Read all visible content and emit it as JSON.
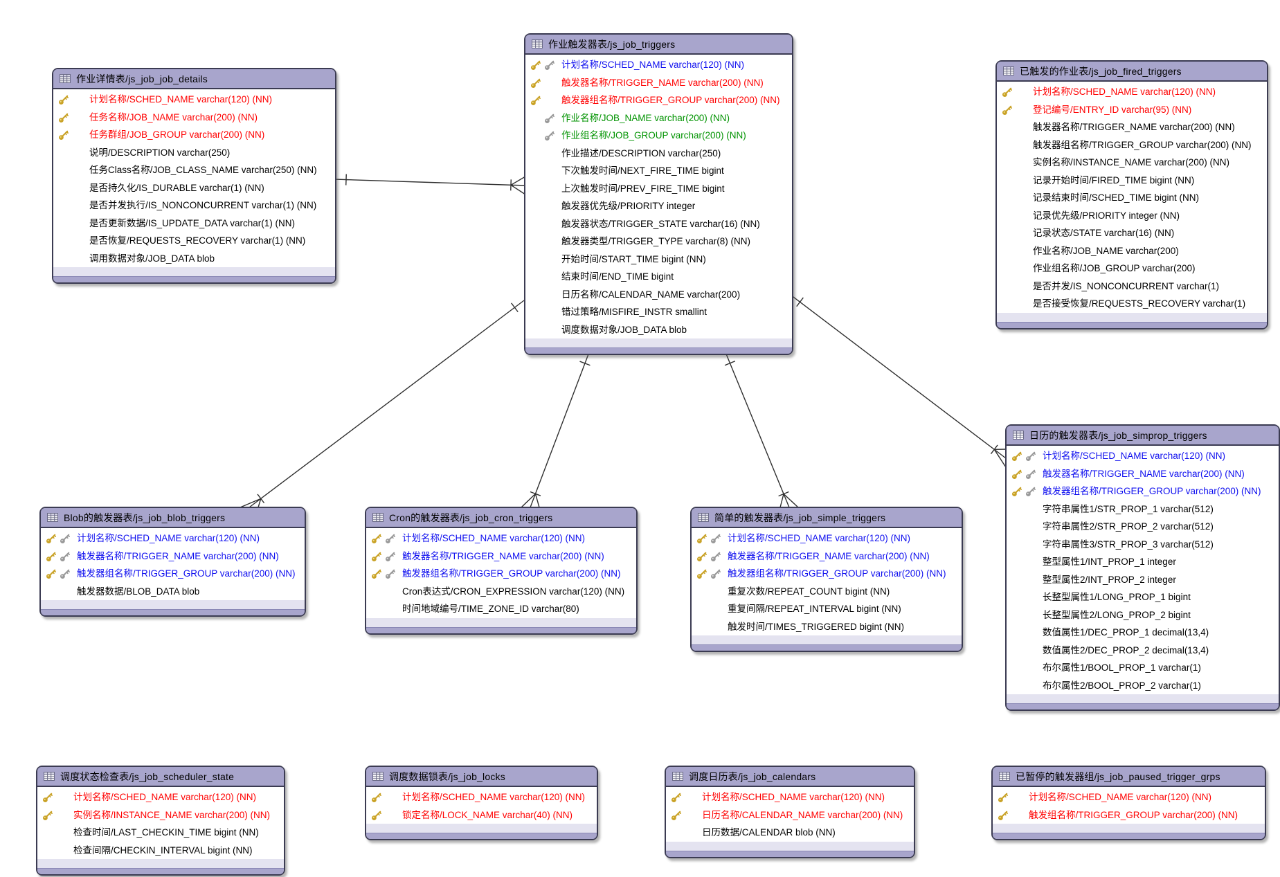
{
  "colors": {
    "header_fill": "#A8A5CC",
    "footer_strip": "#E4E3F0",
    "bottom_band": "#A8A5CC",
    "table_border": "#3B3B52",
    "line": "#2F2F2F",
    "field_red": "#FF0000",
    "field_blue": "#0F0FEF",
    "field_green": "#009300",
    "field_black": "#000000",
    "key_gold": "#C9A227",
    "key_gray": "#999999"
  },
  "tables": [
    {
      "name": "js_job_job_details",
      "title": "作业详情表/js_job_job_details",
      "fields": [
        {
          "key": "gold",
          "color": "red",
          "text": "计划名称/SCHED_NAME varchar(120) (NN)"
        },
        {
          "key": "gold",
          "color": "red",
          "text": "任务名称/JOB_NAME varchar(200) (NN)"
        },
        {
          "key": "gold",
          "color": "red",
          "text": "任务群组/JOB_GROUP varchar(200) (NN)"
        },
        {
          "key": "none",
          "color": "black",
          "text": "说明/DESCRIPTION varchar(250)"
        },
        {
          "key": "none",
          "color": "black",
          "text": "任务Class名称/JOB_CLASS_NAME varchar(250) (NN)"
        },
        {
          "key": "none",
          "color": "black",
          "text": "是否持久化/IS_DURABLE varchar(1) (NN)"
        },
        {
          "key": "none",
          "color": "black",
          "text": "是否并发执行/IS_NONCONCURRENT varchar(1) (NN)"
        },
        {
          "key": "none",
          "color": "black",
          "text": "是否更新数据/IS_UPDATE_DATA varchar(1) (NN)"
        },
        {
          "key": "none",
          "color": "black",
          "text": "是否恢复/REQUESTS_RECOVERY varchar(1) (NN)"
        },
        {
          "key": "none",
          "color": "black",
          "text": "调用数据对象/JOB_DATA blob"
        }
      ]
    },
    {
      "name": "js_job_triggers",
      "title": "作业触发器表/js_job_triggers",
      "fields": [
        {
          "key": "gold+gray",
          "color": "blue",
          "text": "计划名称/SCHED_NAME varchar(120) (NN)"
        },
        {
          "key": "gold",
          "color": "red",
          "text": "触发器名称/TRIGGER_NAME varchar(200) (NN)"
        },
        {
          "key": "gold",
          "color": "red",
          "text": "触发器组名称/TRIGGER_GROUP varchar(200) (NN)"
        },
        {
          "key": "gray",
          "color": "green",
          "text": "作业名称/JOB_NAME varchar(200) (NN)"
        },
        {
          "key": "gray",
          "color": "green",
          "text": "作业组名称/JOB_GROUP varchar(200) (NN)"
        },
        {
          "key": "none",
          "color": "black",
          "text": "作业描述/DESCRIPTION varchar(250)"
        },
        {
          "key": "none",
          "color": "black",
          "text": "下次触发时间/NEXT_FIRE_TIME bigint"
        },
        {
          "key": "none",
          "color": "black",
          "text": "上次触发时间/PREV_FIRE_TIME bigint"
        },
        {
          "key": "none",
          "color": "black",
          "text": "触发器优先级/PRIORITY integer"
        },
        {
          "key": "none",
          "color": "black",
          "text": "触发器状态/TRIGGER_STATE varchar(16) (NN)"
        },
        {
          "key": "none",
          "color": "black",
          "text": "触发器类型/TRIGGER_TYPE varchar(8) (NN)"
        },
        {
          "key": "none",
          "color": "black",
          "text": "开始时间/START_TIME bigint (NN)"
        },
        {
          "key": "none",
          "color": "black",
          "text": "结束时间/END_TIME bigint"
        },
        {
          "key": "none",
          "color": "black",
          "text": "日历名称/CALENDAR_NAME varchar(200)"
        },
        {
          "key": "none",
          "color": "black",
          "text": "错过策略/MISFIRE_INSTR smallint"
        },
        {
          "key": "none",
          "color": "black",
          "text": "调度数据对象/JOB_DATA blob"
        }
      ]
    },
    {
      "name": "js_job_fired_triggers",
      "title": "已触发的作业表/js_job_fired_triggers",
      "fields": [
        {
          "key": "gold",
          "color": "red",
          "text": "计划名称/SCHED_NAME varchar(120) (NN)"
        },
        {
          "key": "gold",
          "color": "red",
          "text": "登记编号/ENTRY_ID varchar(95) (NN)"
        },
        {
          "key": "none",
          "color": "black",
          "text": "触发器名称/TRIGGER_NAME varchar(200) (NN)"
        },
        {
          "key": "none",
          "color": "black",
          "text": "触发器组名称/TRIGGER_GROUP varchar(200) (NN)"
        },
        {
          "key": "none",
          "color": "black",
          "text": "实例名称/INSTANCE_NAME varchar(200) (NN)"
        },
        {
          "key": "none",
          "color": "black",
          "text": "记录开始时间/FIRED_TIME bigint (NN)"
        },
        {
          "key": "none",
          "color": "black",
          "text": "记录结束时间/SCHED_TIME bigint (NN)"
        },
        {
          "key": "none",
          "color": "black",
          "text": "记录优先级/PRIORITY integer (NN)"
        },
        {
          "key": "none",
          "color": "black",
          "text": "记录状态/STATE varchar(16) (NN)"
        },
        {
          "key": "none",
          "color": "black",
          "text": "作业名称/JOB_NAME varchar(200)"
        },
        {
          "key": "none",
          "color": "black",
          "text": "作业组名称/JOB_GROUP varchar(200)"
        },
        {
          "key": "none",
          "color": "black",
          "text": "是否并发/IS_NONCONCURRENT varchar(1)"
        },
        {
          "key": "none",
          "color": "black",
          "text": "是否接受恢复/REQUESTS_RECOVERY varchar(1)"
        }
      ]
    },
    {
      "name": "js_job_simprop_triggers",
      "title": "日历的触发器表/js_job_simprop_triggers",
      "fields": [
        {
          "key": "gold+gray",
          "color": "blue",
          "text": "计划名称/SCHED_NAME varchar(120) (NN)"
        },
        {
          "key": "gold+gray",
          "color": "blue",
          "text": "触发器名称/TRIGGER_NAME varchar(200) (NN)"
        },
        {
          "key": "gold+gray",
          "color": "blue",
          "text": "触发器组名称/TRIGGER_GROUP varchar(200) (NN)"
        },
        {
          "key": "none",
          "color": "black",
          "text": "字符串属性1/STR_PROP_1 varchar(512)"
        },
        {
          "key": "none",
          "color": "black",
          "text": "字符串属性2/STR_PROP_2 varchar(512)"
        },
        {
          "key": "none",
          "color": "black",
          "text": "字符串属性3/STR_PROP_3 varchar(512)"
        },
        {
          "key": "none",
          "color": "black",
          "text": "整型属性1/INT_PROP_1 integer"
        },
        {
          "key": "none",
          "color": "black",
          "text": "整型属性2/INT_PROP_2 integer"
        },
        {
          "key": "none",
          "color": "black",
          "text": "长整型属性1/LONG_PROP_1 bigint"
        },
        {
          "key": "none",
          "color": "black",
          "text": "长整型属性2/LONG_PROP_2 bigint"
        },
        {
          "key": "none",
          "color": "black",
          "text": "数值属性1/DEC_PROP_1 decimal(13,4)"
        },
        {
          "key": "none",
          "color": "black",
          "text": "数值属性2/DEC_PROP_2 decimal(13,4)"
        },
        {
          "key": "none",
          "color": "black",
          "text": "布尔属性1/BOOL_PROP_1 varchar(1)"
        },
        {
          "key": "none",
          "color": "black",
          "text": "布尔属性2/BOOL_PROP_2 varchar(1)"
        }
      ]
    },
    {
      "name": "js_job_blob_triggers",
      "title": "Blob的触发器表/js_job_blob_triggers",
      "fields": [
        {
          "key": "gold+gray",
          "color": "blue",
          "text": "计划名称/SCHED_NAME varchar(120) (NN)"
        },
        {
          "key": "gold+gray",
          "color": "blue",
          "text": "触发器名称/TRIGGER_NAME varchar(200) (NN)"
        },
        {
          "key": "gold+gray",
          "color": "blue",
          "text": "触发器组名称/TRIGGER_GROUP varchar(200) (NN)"
        },
        {
          "key": "none",
          "color": "black",
          "text": "触发器数据/BLOB_DATA blob"
        }
      ]
    },
    {
      "name": "js_job_cron_triggers",
      "title": "Cron的触发器表/js_job_cron_triggers",
      "fields": [
        {
          "key": "gold+gray",
          "color": "blue",
          "text": "计划名称/SCHED_NAME varchar(120) (NN)"
        },
        {
          "key": "gold+gray",
          "color": "blue",
          "text": "触发器名称/TRIGGER_NAME varchar(200) (NN)"
        },
        {
          "key": "gold+gray",
          "color": "blue",
          "text": "触发器组名称/TRIGGER_GROUP varchar(200) (NN)"
        },
        {
          "key": "none",
          "color": "black",
          "text": "Cron表达式/CRON_EXPRESSION varchar(120) (NN)"
        },
        {
          "key": "none",
          "color": "black",
          "text": "时间地域编号/TIME_ZONE_ID varchar(80)"
        }
      ]
    },
    {
      "name": "js_job_simple_triggers",
      "title": "简单的触发器表/js_job_simple_triggers",
      "fields": [
        {
          "key": "gold+gray",
          "color": "blue",
          "text": "计划名称/SCHED_NAME varchar(120) (NN)"
        },
        {
          "key": "gold+gray",
          "color": "blue",
          "text": "触发器名称/TRIGGER_NAME varchar(200) (NN)"
        },
        {
          "key": "gold+gray",
          "color": "blue",
          "text": "触发器组名称/TRIGGER_GROUP varchar(200) (NN)"
        },
        {
          "key": "none",
          "color": "black",
          "text": "重复次数/REPEAT_COUNT bigint (NN)"
        },
        {
          "key": "none",
          "color": "black",
          "text": "重复间隔/REPEAT_INTERVAL bigint (NN)"
        },
        {
          "key": "none",
          "color": "black",
          "text": "触发时间/TIMES_TRIGGERED bigint (NN)"
        }
      ]
    },
    {
      "name": "js_job_scheduler_state",
      "title": "调度状态检查表/js_job_scheduler_state",
      "fields": [
        {
          "key": "gold",
          "color": "red",
          "text": "计划名称/SCHED_NAME varchar(120) (NN)"
        },
        {
          "key": "gold",
          "color": "red",
          "text": "实例名称/INSTANCE_NAME varchar(200) (NN)"
        },
        {
          "key": "none",
          "color": "black",
          "text": "检查时间/LAST_CHECKIN_TIME bigint (NN)"
        },
        {
          "key": "none",
          "color": "black",
          "text": "检查间隔/CHECKIN_INTERVAL bigint (NN)"
        }
      ]
    },
    {
      "name": "js_job_locks",
      "title": "调度数据锁表/js_job_locks",
      "fields": [
        {
          "key": "gold",
          "color": "red",
          "text": "计划名称/SCHED_NAME varchar(120) (NN)"
        },
        {
          "key": "gold",
          "color": "red",
          "text": "锁定名称/LOCK_NAME varchar(40) (NN)"
        }
      ]
    },
    {
      "name": "js_job_calendars",
      "title": "调度日历表/js_job_calendars",
      "fields": [
        {
          "key": "gold",
          "color": "red",
          "text": "计划名称/SCHED_NAME varchar(120) (NN)"
        },
        {
          "key": "gold",
          "color": "red",
          "text": "日历名称/CALENDAR_NAME varchar(200) (NN)"
        },
        {
          "key": "none",
          "color": "black",
          "text": "日历数据/CALENDAR blob (NN)"
        }
      ]
    },
    {
      "name": "js_job_paused_trigger_grps",
      "title": "已暂停的触发器组/js_job_paused_trigger_grps",
      "fields": [
        {
          "key": "gold",
          "color": "red",
          "text": "计划名称/SCHED_NAME varchar(120) (NN)"
        },
        {
          "key": "gold",
          "color": "red",
          "text": "触发组名称/TRIGGER_GROUP varchar(200) (NN)"
        }
      ]
    }
  ],
  "relationships": [
    {
      "from": "js_job_job_details",
      "to": "js_job_triggers"
    },
    {
      "from": "js_job_triggers",
      "to": "js_job_blob_triggers"
    },
    {
      "from": "js_job_triggers",
      "to": "js_job_cron_triggers"
    },
    {
      "from": "js_job_triggers",
      "to": "js_job_simple_triggers"
    },
    {
      "from": "js_job_triggers",
      "to": "js_job_simprop_triggers"
    }
  ]
}
